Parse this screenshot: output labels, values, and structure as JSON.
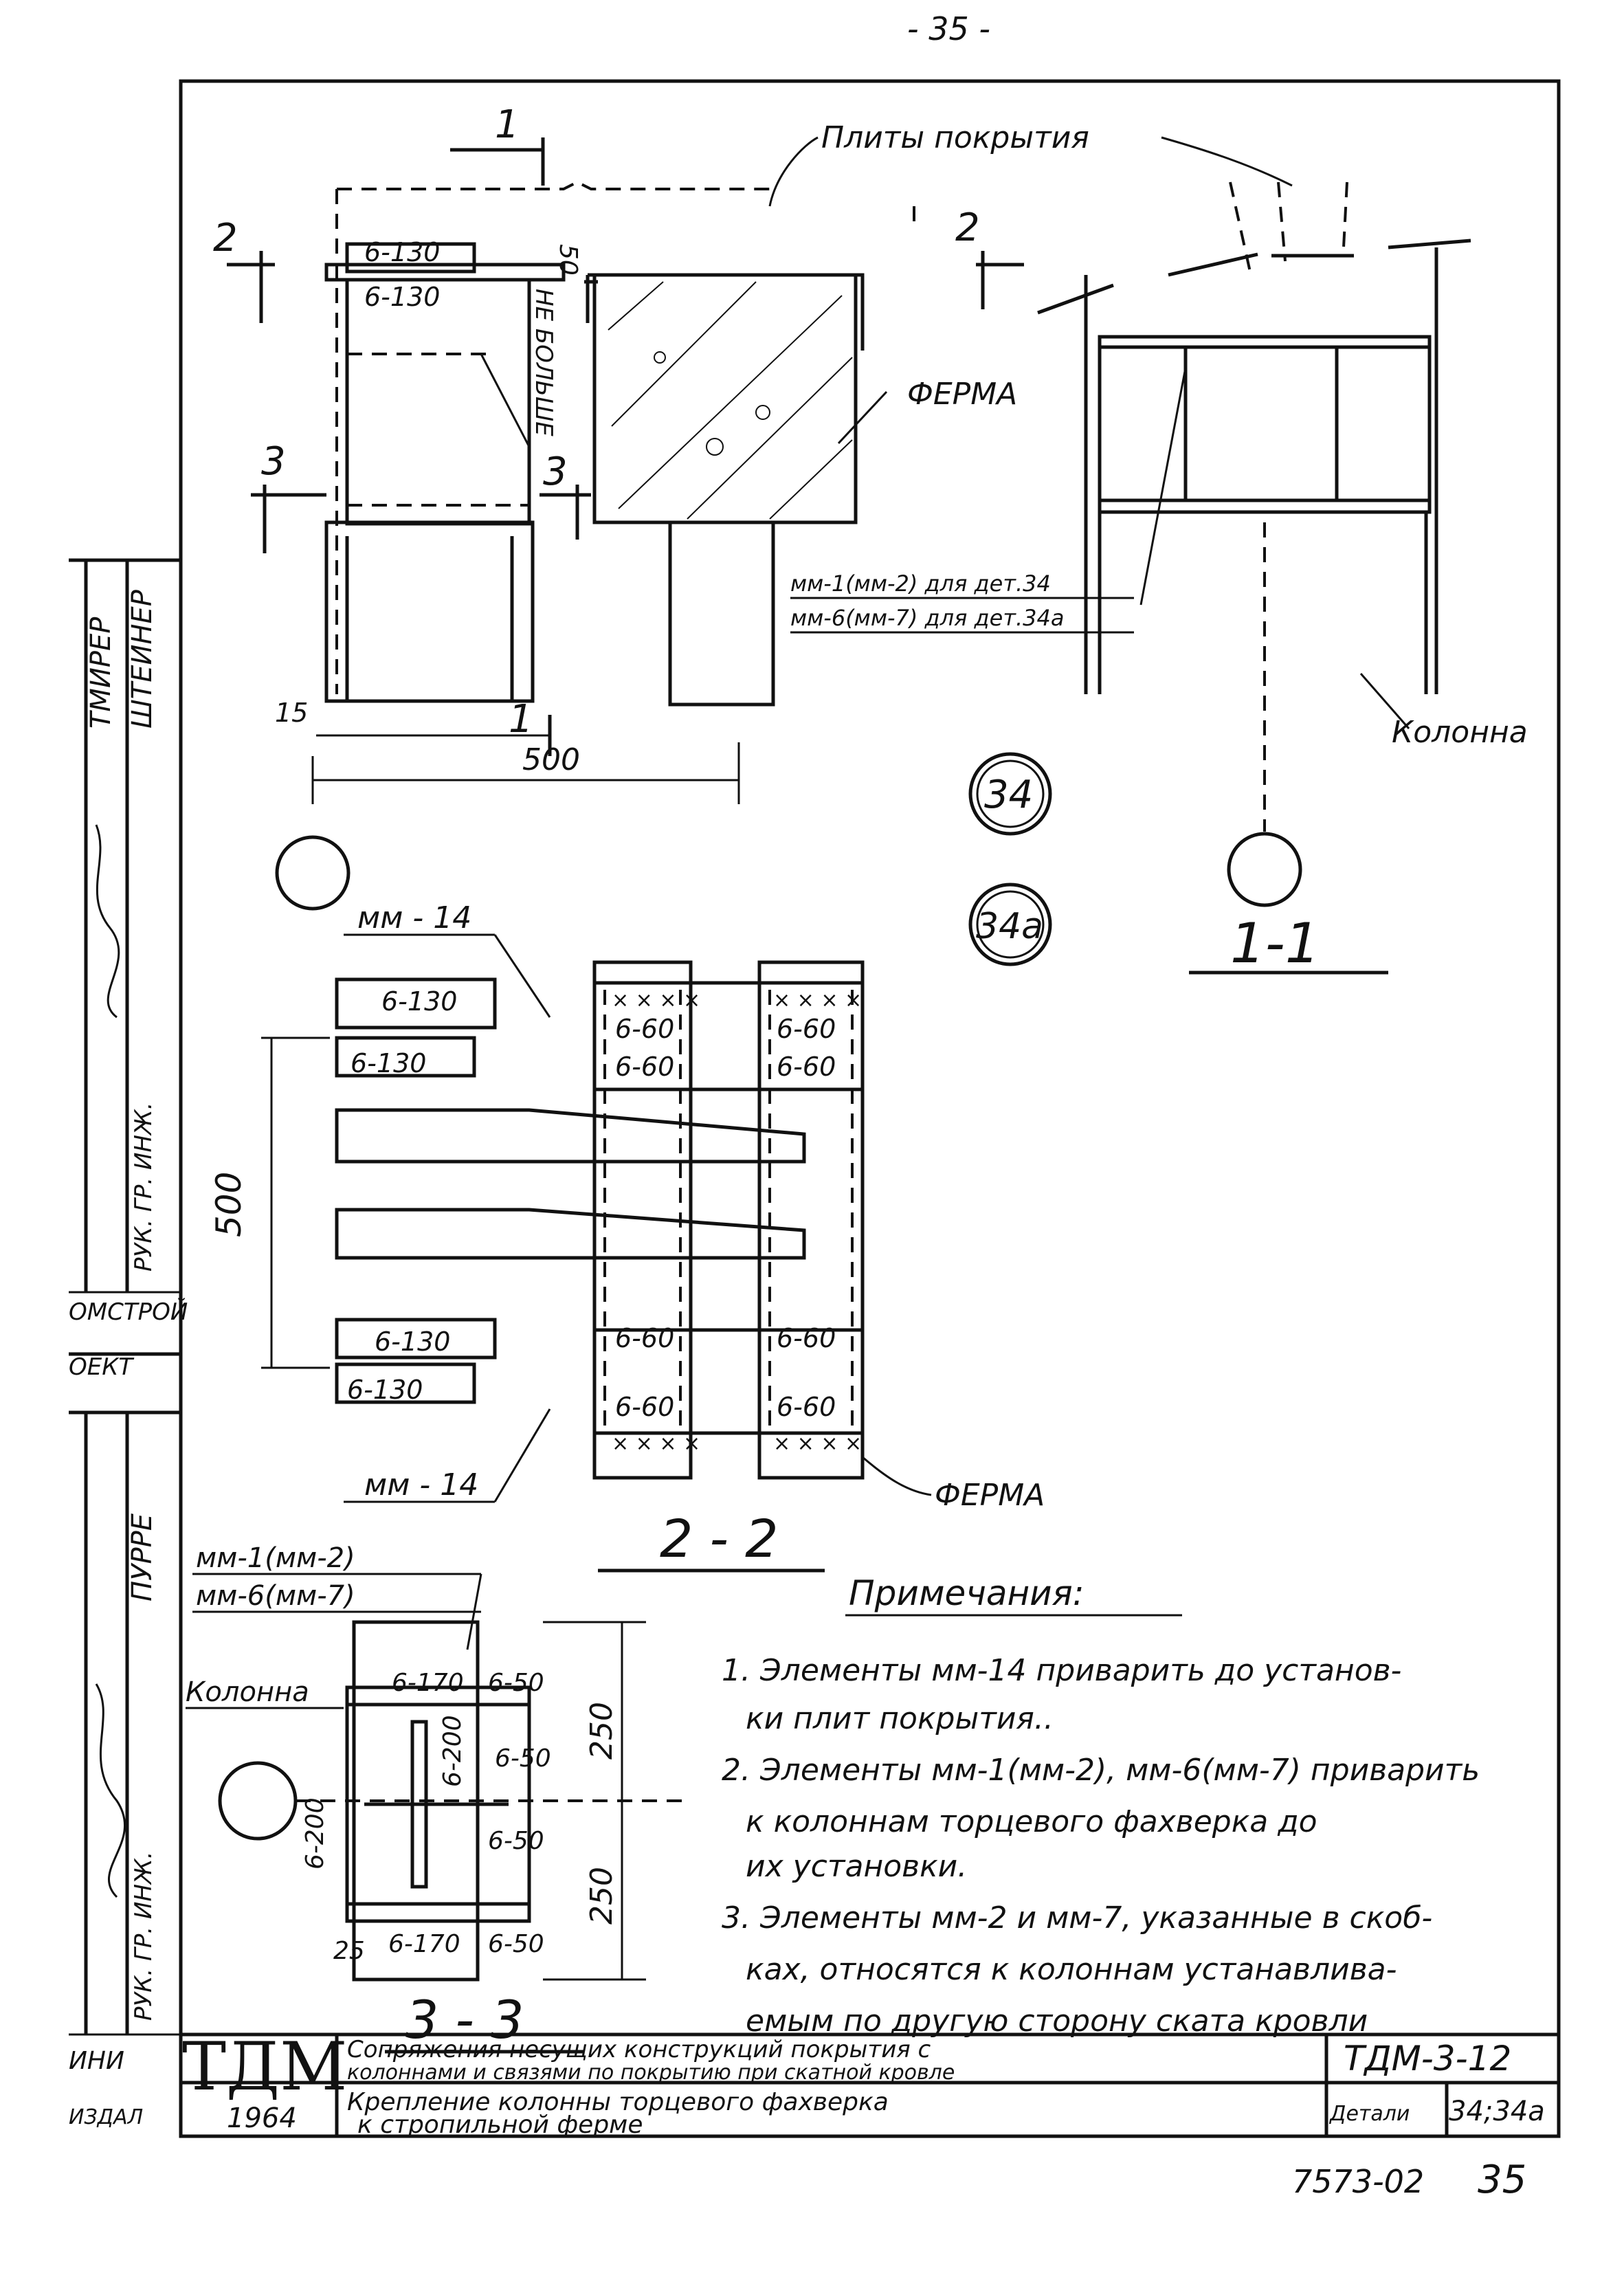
{
  "page_number": "- 35 -",
  "stamp_id": "7573-02",
  "stamp_page": "35",
  "top_view": {
    "label_plates": "Плиты покрытия",
    "label_truss": "ФЕРМА",
    "label_column": "Колонна",
    "label_not_more": "НЕ БОЛЬШЕ",
    "dim_50": "50",
    "dim_15": "15",
    "dim_500": "500",
    "weld_top_1": "6-130",
    "weld_top_2": "6-130",
    "cut_1_top": "1",
    "cut_1_bottom": "1",
    "cut_2_left": "2",
    "cut_2_right": "2",
    "cut_3_left": "3",
    "cut_3_right": "3",
    "note_mm1": "мм-1(мм-2) для дет.34",
    "note_mm6": "мм-6(мм-7) для дет.34а",
    "detail_34": "34",
    "detail_34a": "34а"
  },
  "section_1_1": {
    "title": "1-1"
  },
  "section_2_2": {
    "title": "2 - 2",
    "label_mm14_top": "мм - 14",
    "label_mm14_bottom": "мм - 14",
    "label_truss": "ФЕРМА",
    "dim_500": "500",
    "welds": [
      "6-130",
      "6-130",
      "6-130",
      "6-130",
      "6-60",
      "6-60",
      "6-60",
      "6-60",
      "6-60",
      "6-60",
      "6-60",
      "6-60"
    ]
  },
  "section_3_3": {
    "title": "3 - 3",
    "label_mm1": "мм-1(мм-2)",
    "label_mm6": "мм-6(мм-7)",
    "label_column": "Колонна",
    "dim_250_top": "250",
    "dim_250_bottom": "250",
    "dim_25": "25",
    "welds": [
      "6-170",
      "6-50",
      "6-200",
      "6-50",
      "6-200",
      "6-50",
      "6-170",
      "6-50"
    ]
  },
  "notes": {
    "title": "Примечания:",
    "items": [
      "1. Элементы мм-14 приварить до установ-",
      "ки плит покрытия..",
      "2. Элементы мм-1(мм-2), мм-6(мм-7) приварить",
      "к колоннам торцевого фахверка до",
      "их установки.",
      "3. Элементы мм-2 и мм-7, указанные в скоб-",
      "ках, относятся к колоннам устанавлива-",
      "емым по другую сторону ската кровли"
    ]
  },
  "side_strip": [
    "ТМИРЕР",
    "ШТЕЙНЕР",
    "РУК. ГР. ИНЖ.",
    "ОМСТРОЙ",
    "ОЕКТ",
    "ПУРРЕ",
    "РУК. ГР. ИНЖ.",
    "ИНИ",
    "ИЗДАЛ"
  ],
  "title_block": {
    "logo": "ТДМ",
    "year": "1964",
    "title_line1": "Сопряжения несущих конструкций покрытия с",
    "title_line2": "колоннами и связями по покрытию при скатной кровле",
    "sheet_code": "ТДМ-3-12",
    "subtitle_line1": "Крепление колонны торцевого фахверка",
    "subtitle_line2": "к стропильной ферме",
    "detail_label": "Детали",
    "detail_value": "34;34а"
  }
}
